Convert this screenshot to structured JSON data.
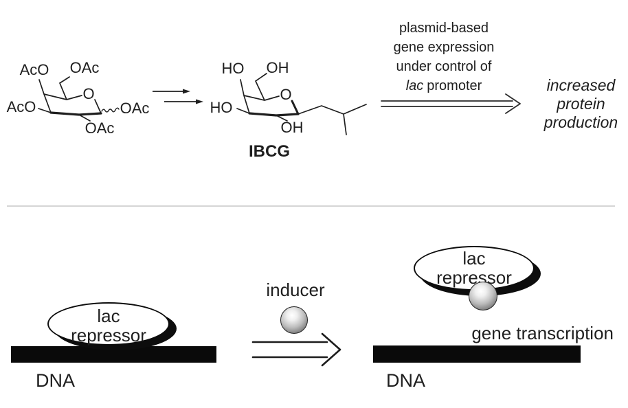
{
  "scheme": {
    "structure1": {
      "labels": {
        "top_left": "AcO",
        "top_right": "OAc",
        "ring_oxygen": "O",
        "left": "AcO",
        "right": "OAc",
        "bottom": "OAc"
      }
    },
    "structure2": {
      "labels": {
        "top_left": "HO",
        "top_right": "OH",
        "ring_oxygen": "O",
        "left": "HO",
        "bottom": "OH"
      },
      "caption": "IBCG"
    },
    "pathway": {
      "line1": "plasmid-based",
      "line2": "gene expression",
      "line3": "under control of",
      "line4_italic": "lac",
      "line4_rest": "promoter"
    },
    "result": {
      "line1": "increased",
      "line2": "protein",
      "line3": "production"
    }
  },
  "mechanism": {
    "left": {
      "protein_line1": "lac",
      "protein_line2": "repressor",
      "dna_label": "DNA"
    },
    "center": {
      "inducer_label": "inducer"
    },
    "right": {
      "protein_line1": "lac",
      "protein_line2": "repressor",
      "transcription_label": "gene transcription",
      "dna_label": "DNA"
    }
  },
  "colors": {
    "ink": "#1f1f1f",
    "divider": "#d5d5d5",
    "dna_bar": "#0a0a0a"
  }
}
